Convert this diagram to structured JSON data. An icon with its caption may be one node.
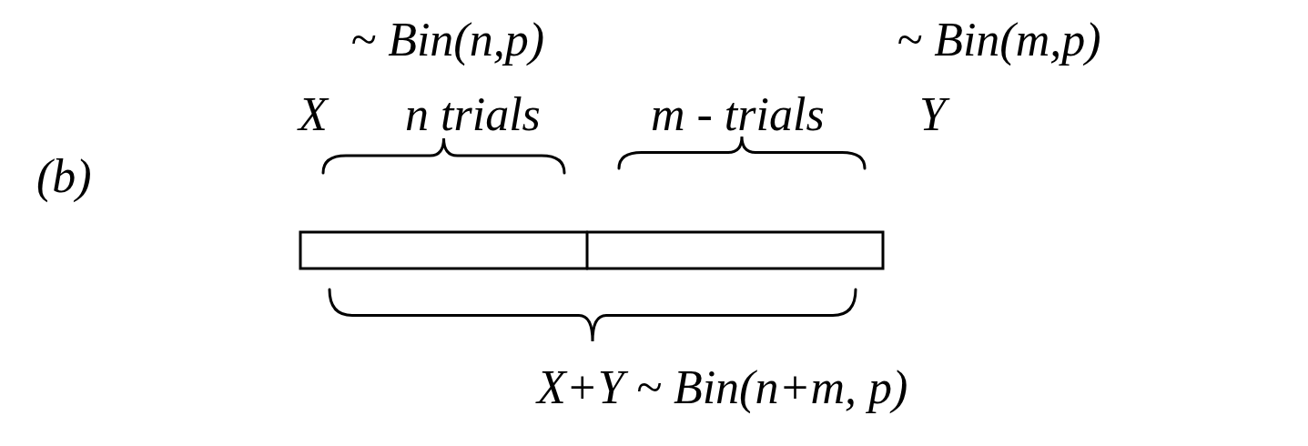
{
  "diagram": {
    "labels": [
      "~ Bin(n,p)",
      "~ Bin(m,p)",
      "X",
      "n trials",
      "m - trials",
      "Y",
      "(b)",
      "X+Y ~ Bin(n+m, p)"
    ]
  }
}
